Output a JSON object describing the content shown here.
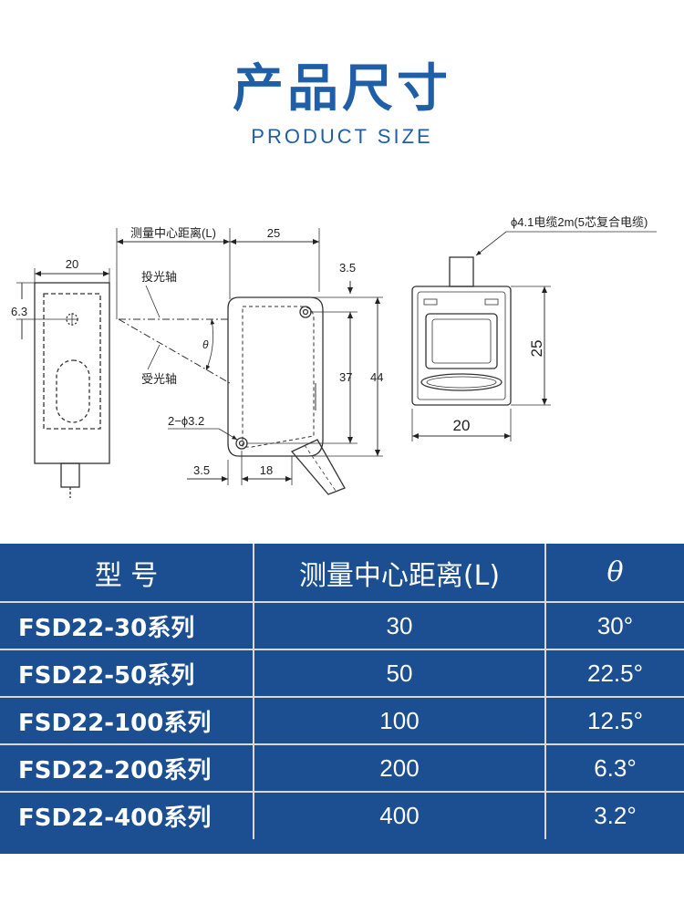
{
  "header": {
    "title": "产品尺寸",
    "subtitle": "PRODUCT SIZE"
  },
  "drawing": {
    "dim_front_width": "20",
    "dim_front_offset": "6.3",
    "label_L": "测量中心距离(L)",
    "dim_side_25": "25",
    "label_emit_axis": "投光轴",
    "label_receive_axis": "受光轴",
    "label_theta": "θ",
    "dim_35_top": "3.5",
    "dim_37": "37",
    "dim_44": "44",
    "label_holes": "2−ϕ3.2",
    "dim_35_bottom": "3.5",
    "dim_18": "18",
    "label_cable": "ϕ4.1电缆2m(5芯复合电缆)",
    "dim_back_25": "25",
    "dim_back_20": "20"
  },
  "table": {
    "headers": [
      "型  号",
      "测量中心距离(L)",
      "θ"
    ],
    "rows": [
      {
        "model": "FSD22-30系列",
        "distance": "30",
        "angle": "30°"
      },
      {
        "model": "FSD22-50系列",
        "distance": "50",
        "angle": "22.5°"
      },
      {
        "model": "FSD22-100系列",
        "distance": "100",
        "angle": "12.5°"
      },
      {
        "model": "FSD22-200系列",
        "distance": "200",
        "angle": "6.3°"
      },
      {
        "model": "FSD22-400系列",
        "distance": "400",
        "angle": "3.2°"
      }
    ]
  }
}
